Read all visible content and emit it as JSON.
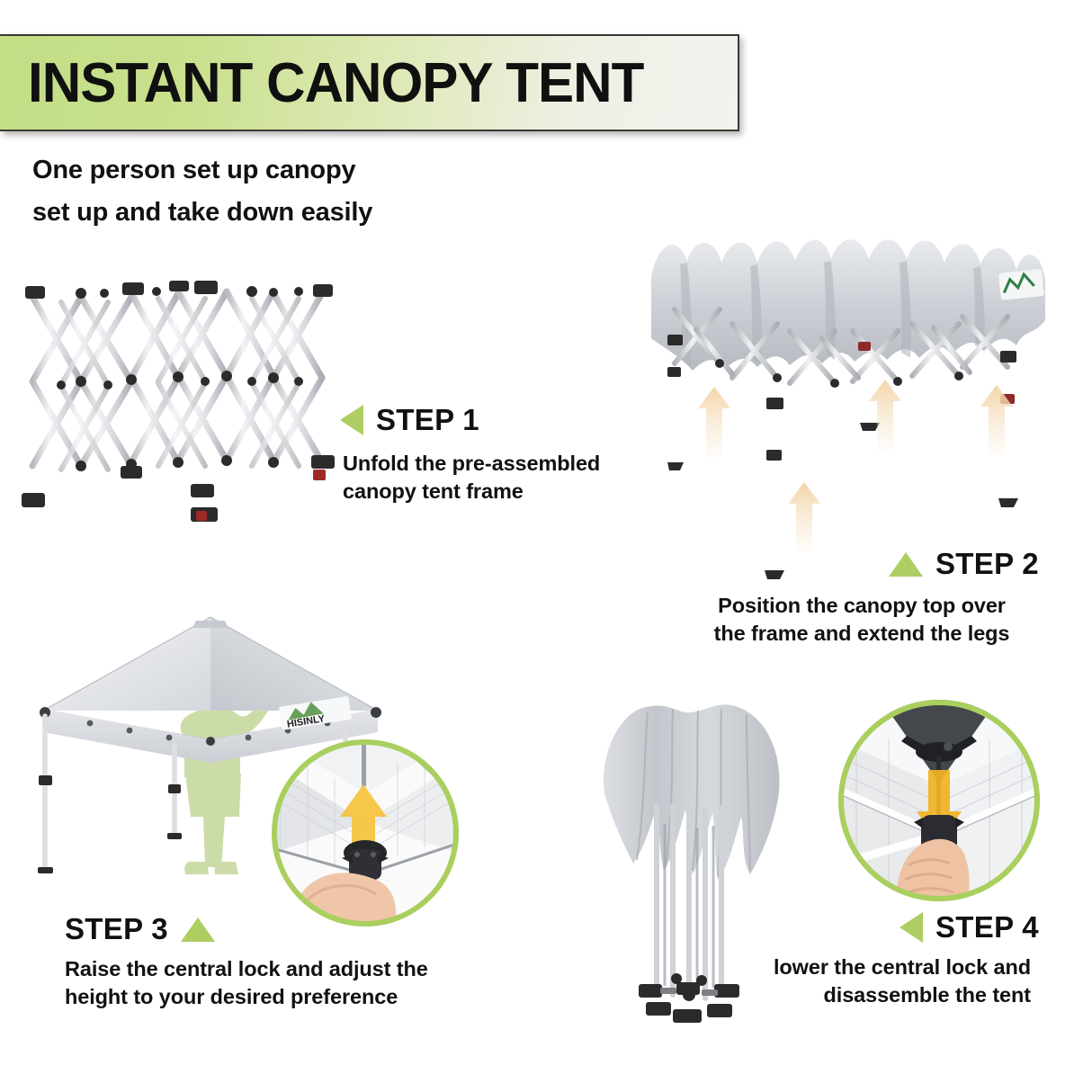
{
  "header": {
    "title": "INSTANT CANOPY TENT",
    "gradient_start": "#c3de86",
    "gradient_end": "#f2f2ee",
    "border_color": "#3a3a33"
  },
  "subtitle": {
    "line1": "One person set up canopy",
    "line2": "set up and take down easily"
  },
  "accent": {
    "green": "#aecd63",
    "ring_green": "#a9cf5e",
    "silhouette_green": "#ccdca8",
    "arrow_peach": "#f5dcba",
    "arrow_yellow": "#f5c23c",
    "frame_silver": "#d8dade",
    "fabric_grey": "#c9ccd2",
    "joint_black": "#2b2b2b"
  },
  "brand": {
    "name": "HISINLY"
  },
  "steps": [
    {
      "label": "STEP 1",
      "marker": "triangle-left",
      "caption_line1": "Unfold the pre-assembled",
      "caption_line2": "canopy tent frame",
      "image": "folded-scissor-frame"
    },
    {
      "label": "STEP 2",
      "marker": "triangle-up",
      "caption_line1": "Position the canopy top over",
      "caption_line2": "the frame and extend the legs",
      "image": "canopy-top-over-frame",
      "arrows": "four-upward-peach-arrows"
    },
    {
      "label": "STEP 3",
      "marker": "triangle-up",
      "caption_line1": "Raise the central lock and adjust the",
      "caption_line2": "height to your desired preference",
      "image": "erected-canopy-with-person",
      "inset": {
        "image": "hand-pushing-central-lock-up",
        "arrow": "up-yellow"
      }
    },
    {
      "label": "STEP 4",
      "marker": "triangle-left",
      "caption_line1": "lower the central lock and",
      "caption_line2": "disassemble the tent",
      "image": "folded-canopy-standing",
      "inset": {
        "image": "hand-pulling-central-lock-down",
        "arrow": "down-yellow"
      }
    }
  ]
}
